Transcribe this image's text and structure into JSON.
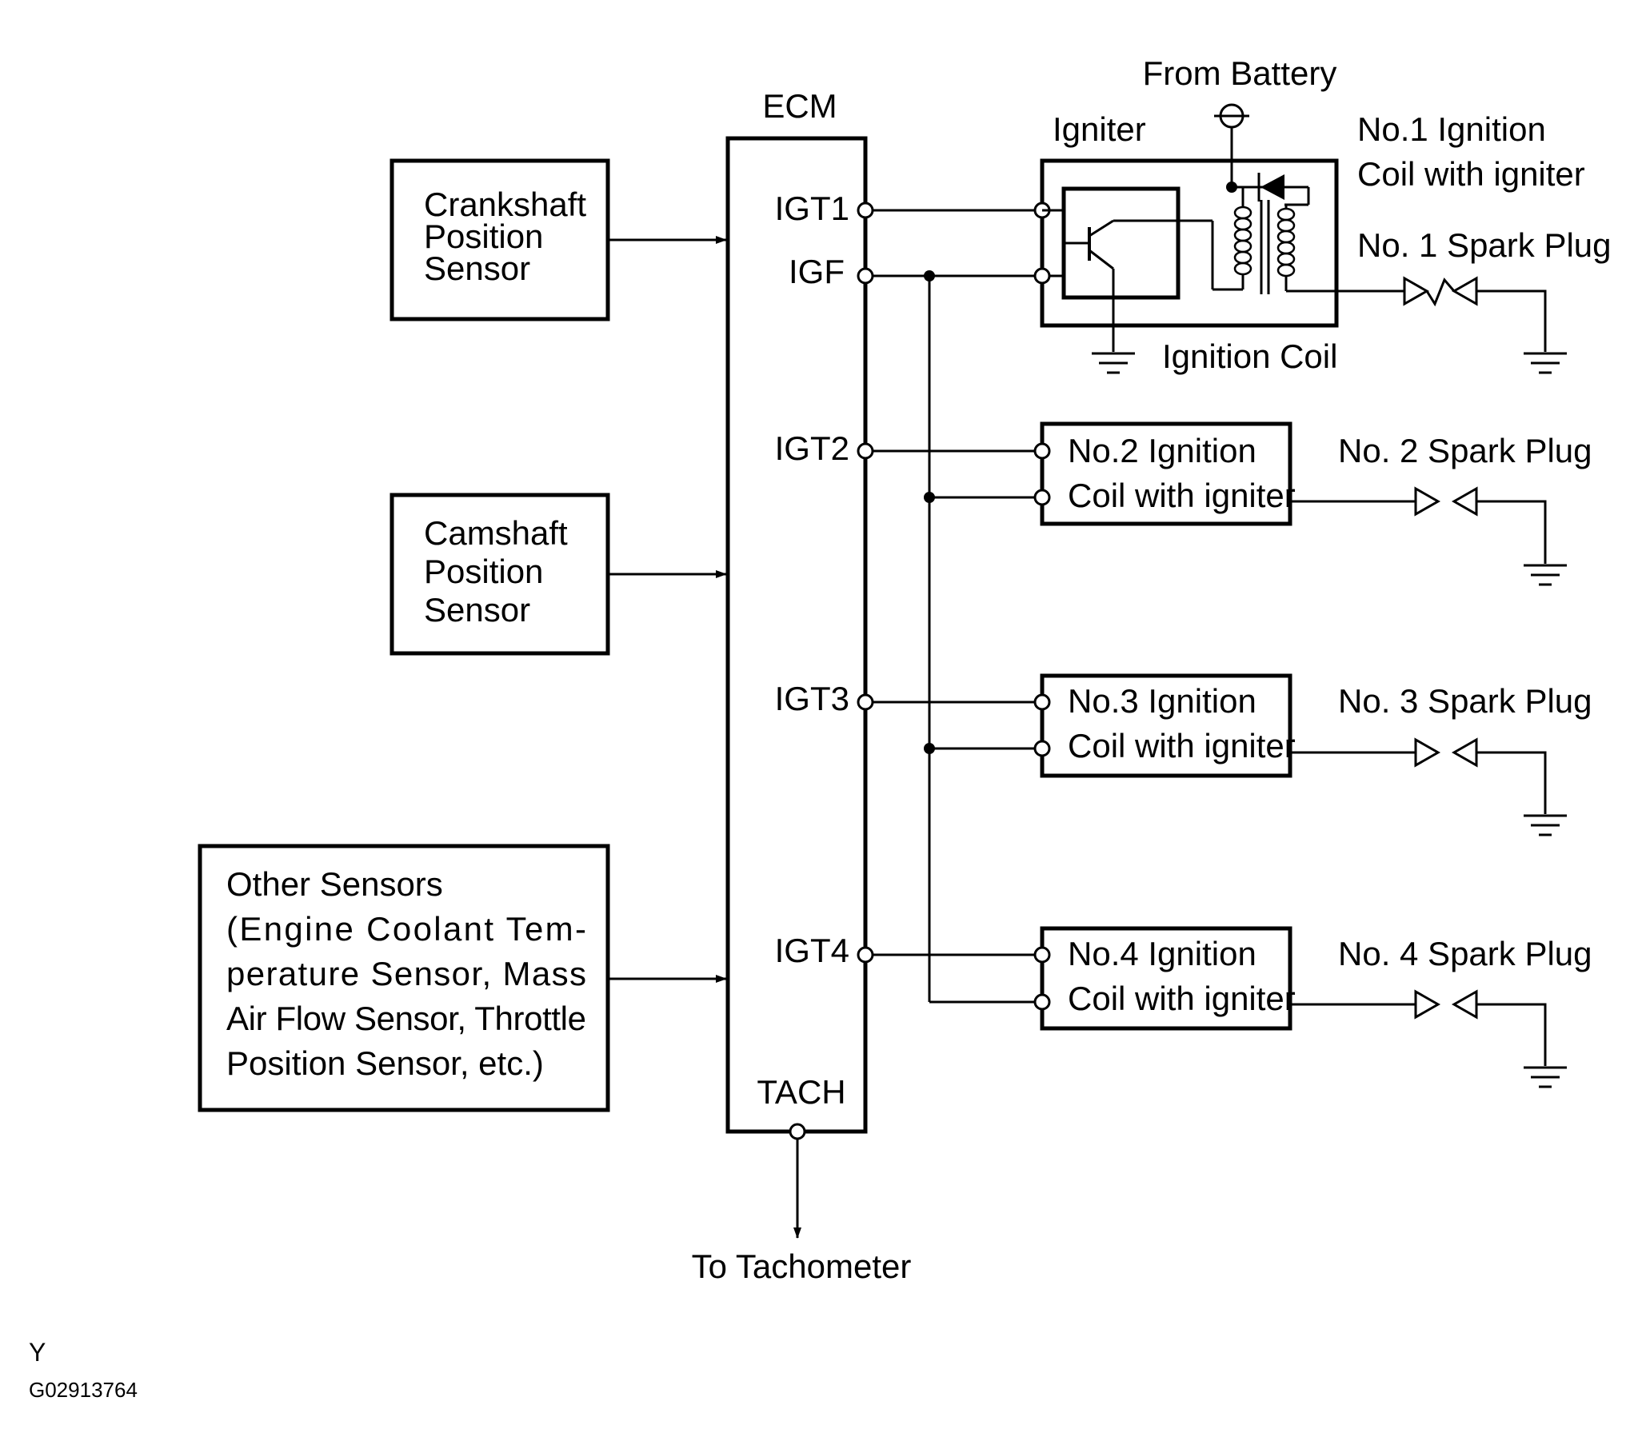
{
  "ecm": {
    "title": "ECM",
    "pins": {
      "igt1": "IGT1",
      "igf": "IGF",
      "igt2": "IGT2",
      "igt3": "IGT3",
      "igt4": "IGT4",
      "tach": "TACH"
    }
  },
  "sensors": {
    "crankshaft": [
      "Crankshaft",
      "Position",
      "Sensor"
    ],
    "camshaft": [
      "Camshaft",
      "Position",
      "Sensor"
    ],
    "other": [
      "Other Sensors",
      "(Engine  Coolant  Tem-",
      "perature  Sensor,  Mass",
      "Air Flow Sensor, Throttle",
      "Position Sensor, etc.)"
    ]
  },
  "coil1": {
    "battery": "From Battery",
    "igniter": "Igniter",
    "title_line1": "No.1 Ignition",
    "title_line2": "Coil with igniter",
    "coil": "Ignition Coil",
    "plug": "No. 1 Spark Plug"
  },
  "coils": [
    {
      "line1": "No.2 Ignition",
      "line2": "Coil with igniter",
      "plug": "No. 2 Spark Plug"
    },
    {
      "line1": "No.3 Ignition",
      "line2": "Coil with igniter",
      "plug": "No. 3 Spark Plug"
    },
    {
      "line1": "No.4 Ignition",
      "line2": "Coil with igniter",
      "plug": "No. 4 Spark Plug"
    }
  ],
  "tach_output": "To Tachometer",
  "footer": {
    "code": "Y",
    "figure_id": "G02913764"
  }
}
